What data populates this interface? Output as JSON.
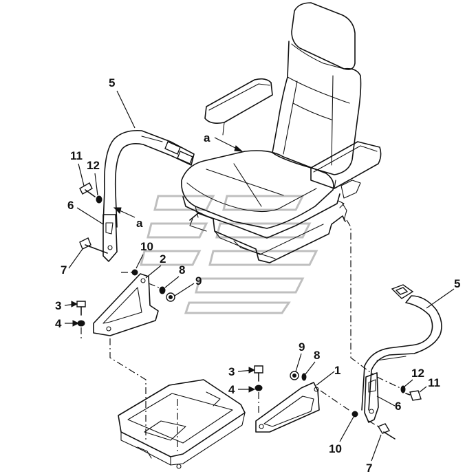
{
  "callouts": {
    "c1": "1",
    "c2": "2",
    "c3a": "3",
    "c3b": "3",
    "c4a": "4",
    "c4b": "4",
    "c5a": "5",
    "c5b": "5",
    "c6a": "6",
    "c6b": "6",
    "c7a": "7",
    "c7b": "7",
    "c8a": "8",
    "c8b": "8",
    "c9a": "9",
    "c9b": "9",
    "c10a": "10",
    "c10b": "10",
    "c11a": "11",
    "c11b": "11",
    "c12a": "12",
    "c12b": "12",
    "ref_a1": "a",
    "ref_a2": "a"
  },
  "colors": {
    "line": "#111111",
    "watermark": "#bfbfbf"
  }
}
